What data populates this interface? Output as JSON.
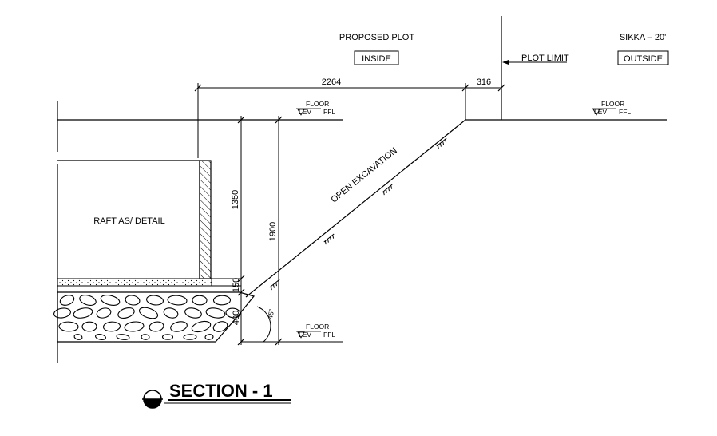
{
  "labels": {
    "proposed_plot": "PROPOSED PLOT",
    "inside": "INSIDE",
    "sikka": "SIKKA – 20'",
    "outside": "OUTSIDE",
    "plot_limit": "PLOT LIMIT",
    "raft": "RAFT AS/ DETAIL",
    "open_excavation": "OPEN EXCAVATION",
    "angle": "45°"
  },
  "dimensions": {
    "top_width": "2264",
    "offset": "316",
    "height_1350": "1350",
    "height_1900": "1900",
    "pcc": "150",
    "soling": "400"
  },
  "levels": {
    "floor_text": "FLOOR",
    "lev_text": "LEV",
    "ffl_text": "FFL"
  },
  "section": {
    "title": "SECTION - 1"
  }
}
